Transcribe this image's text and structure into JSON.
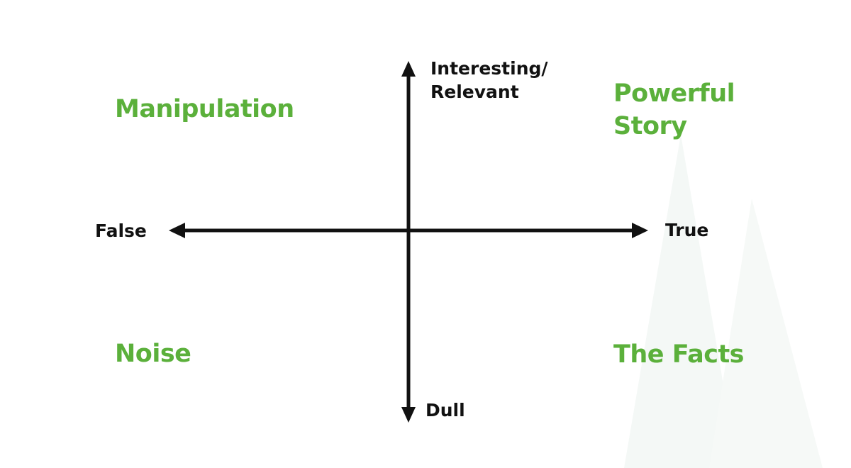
{
  "colors": {
    "axis": "#111111",
    "quadrant_text": "#5bb03b",
    "watermark": "#f4f8f6"
  },
  "axes": {
    "top_label_lines": [
      "Interesting/",
      "Relevant"
    ],
    "bottom_label": "Dull",
    "left_label": "False",
    "right_label": "True"
  },
  "quadrants": {
    "top_left": [
      "Manipulation"
    ],
    "top_right": [
      "Powerful",
      "Story"
    ],
    "bottom_left": [
      "Noise"
    ],
    "bottom_right": [
      "The Facts"
    ]
  }
}
